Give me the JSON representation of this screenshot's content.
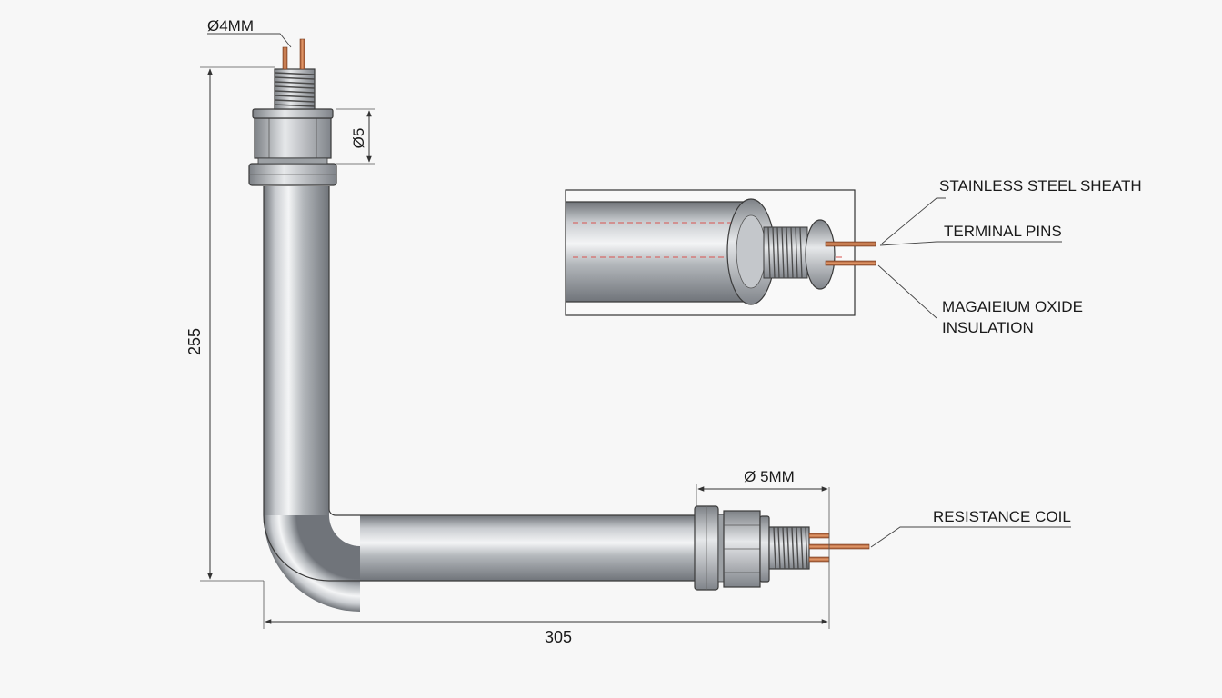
{
  "dimensions": {
    "pin_diameter_top": "Ø4MM",
    "nut_diameter_top": "Ø5",
    "fitting_diameter_right": "Ø 5MM",
    "height": "255",
    "width": "305"
  },
  "callouts": {
    "sheath": "STAINLESS STEEL SHEATH",
    "pins": "TERMINAL PINS",
    "insulation_line1": "MAGAIEIUM OXIDE",
    "insulation_line2": "INSULATION",
    "coil": "RESISTANCE COIL"
  },
  "colors": {
    "tube_steel": "#b9bcc0",
    "copper_pin": "#c8784a",
    "insulation_line": "#d9534f",
    "background": "#f7f7f7"
  }
}
